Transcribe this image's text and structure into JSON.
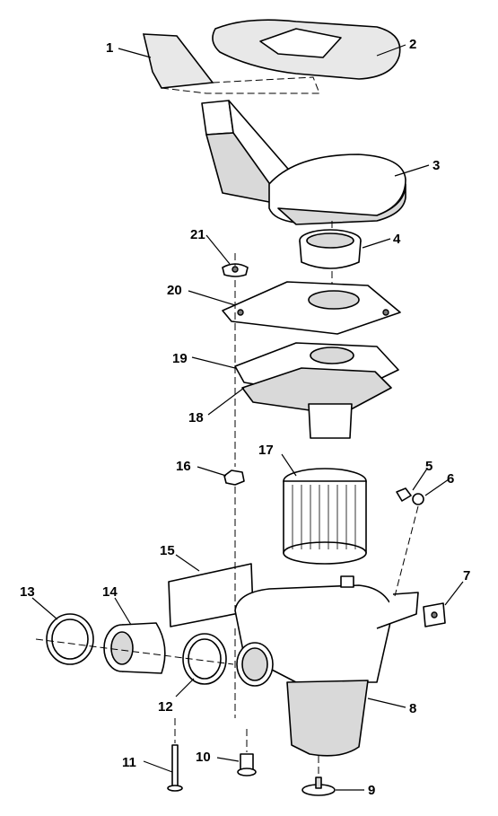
{
  "diagram": {
    "callouts": [
      "1",
      "2",
      "3",
      "4",
      "5",
      "6",
      "7",
      "8",
      "9",
      "10",
      "11",
      "12",
      "13",
      "14",
      "15",
      "16",
      "17",
      "18",
      "19",
      "20",
      "21"
    ]
  },
  "colors": {
    "line": "#000000",
    "part_fill": "#ffffff",
    "shade": "#d9d9d9",
    "foam": "#e8e8e8"
  }
}
